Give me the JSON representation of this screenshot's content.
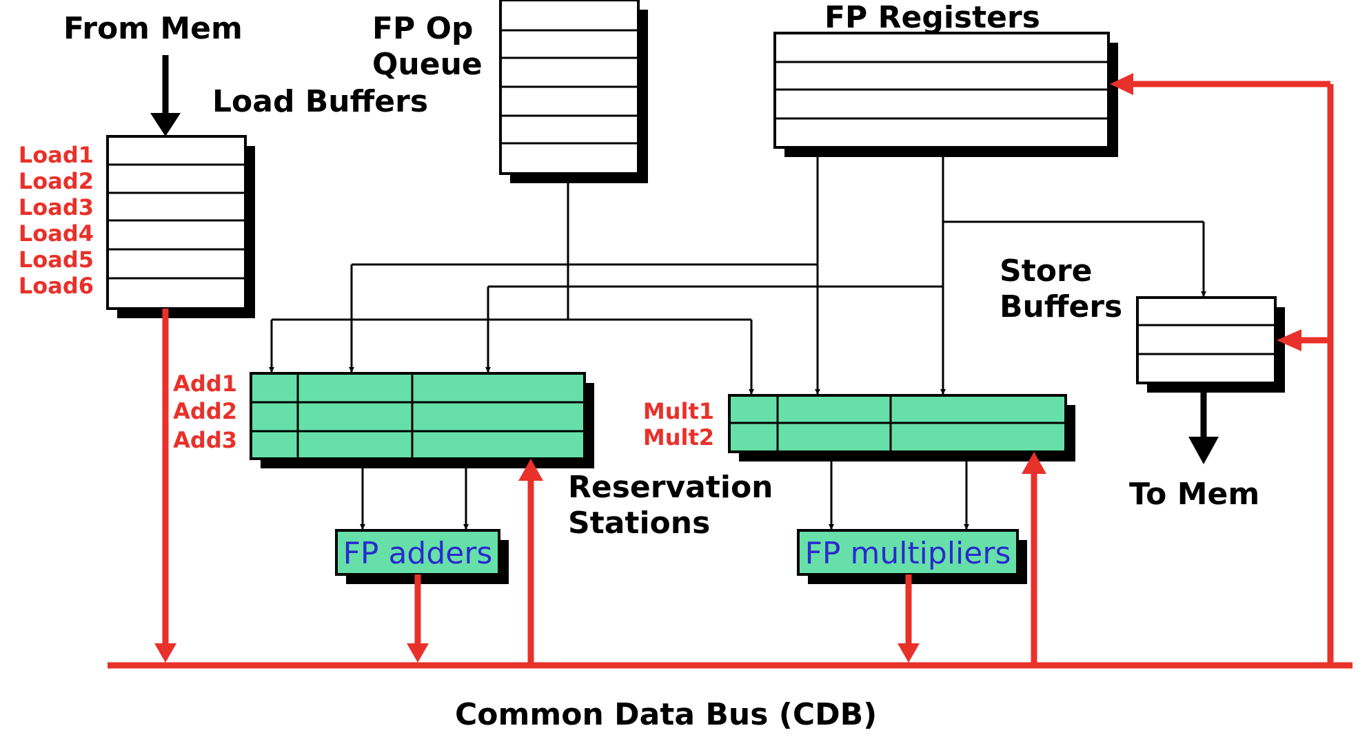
{
  "labels": {
    "from_mem": "From Mem",
    "fp_op_line1": "FP Op",
    "fp_op_line2": "Queue",
    "load_buffers": "Load Buffers",
    "fp_registers": "FP Registers",
    "store_line1": "Store",
    "store_line2": "Buffers",
    "to_mem": "To Mem",
    "reservation_line1": "Reservation",
    "reservation_line2": "Stations",
    "cdb": "Common Data Bus (CDB)"
  },
  "load_buffers": [
    "Load1",
    "Load2",
    "Load3",
    "Load4",
    "Load5",
    "Load6"
  ],
  "add_stations": [
    "Add1",
    "Add2",
    "Add3"
  ],
  "mult_stations": [
    "Mult1",
    "Mult2"
  ],
  "units": {
    "adders": "FP adders",
    "multipliers": "FP multipliers"
  },
  "colors": {
    "bus": "#e8312a",
    "station_fill": "#66e0a8",
    "unit_text": "#2a2ad0",
    "outline": "#000000"
  }
}
